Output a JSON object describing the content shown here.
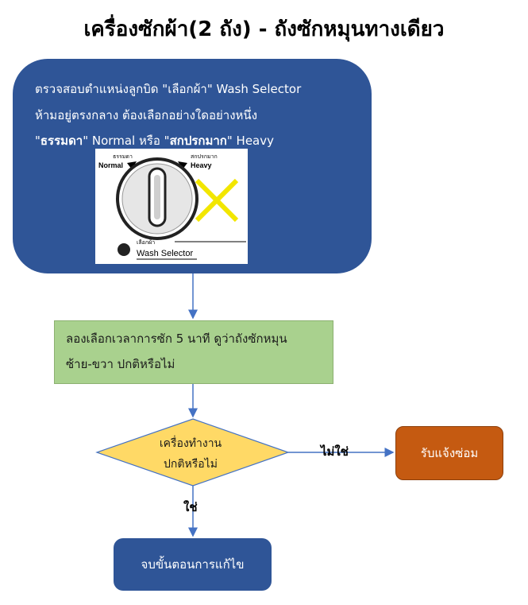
{
  "title": "เครื่องซักผ้า(2 ถัง) - ถังซักหมุนทางเดียว",
  "step1": {
    "line1": "ตรวจสอบตำแหน่งลูกบิด \"เลือกผ้า\" Wash Selector",
    "line2": "ห้ามอยู่ตรงกลาง ต้องเลือกอย่างใดอย่างหนึ่ง",
    "line3_q1": "\"",
    "line3_normal_th": "ธรรมดา",
    "line3_mid": "\" Normal หรือ \"",
    "line3_heavy_th": "สกปรกมาก",
    "line3_end": "\" Heavy"
  },
  "selector_image": {
    "normal_th": "ธรรมดา",
    "normal_en": "Normal",
    "heavy_th": "สกปรกมาก",
    "heavy_en": "Heavy",
    "select_th": "เลือกผ้า",
    "select_en": "Wash Selector"
  },
  "step2": {
    "line1": "ลองเลือกเวลาการซัก 5 นาที ดูว่าถังซักหมุน",
    "line2": "ซ้าย-ขวา ปกติหรือไม่"
  },
  "decision": {
    "line1": "เครื่องทำงาน",
    "line2": "ปกติหรือไม่"
  },
  "labels": {
    "no": "ไม่ใช่",
    "yes": "ใช่"
  },
  "repair": "รับแจ้งซ่อม",
  "end": "จบขั้นตอนการแก้ไข",
  "colors": {
    "blue_box": "#2f5597",
    "green_box": "#a9d18e",
    "decision_fill": "#ffd966",
    "repair_fill": "#c55a11",
    "arrow": "#4472c4",
    "x_mark": "#f2e600"
  }
}
